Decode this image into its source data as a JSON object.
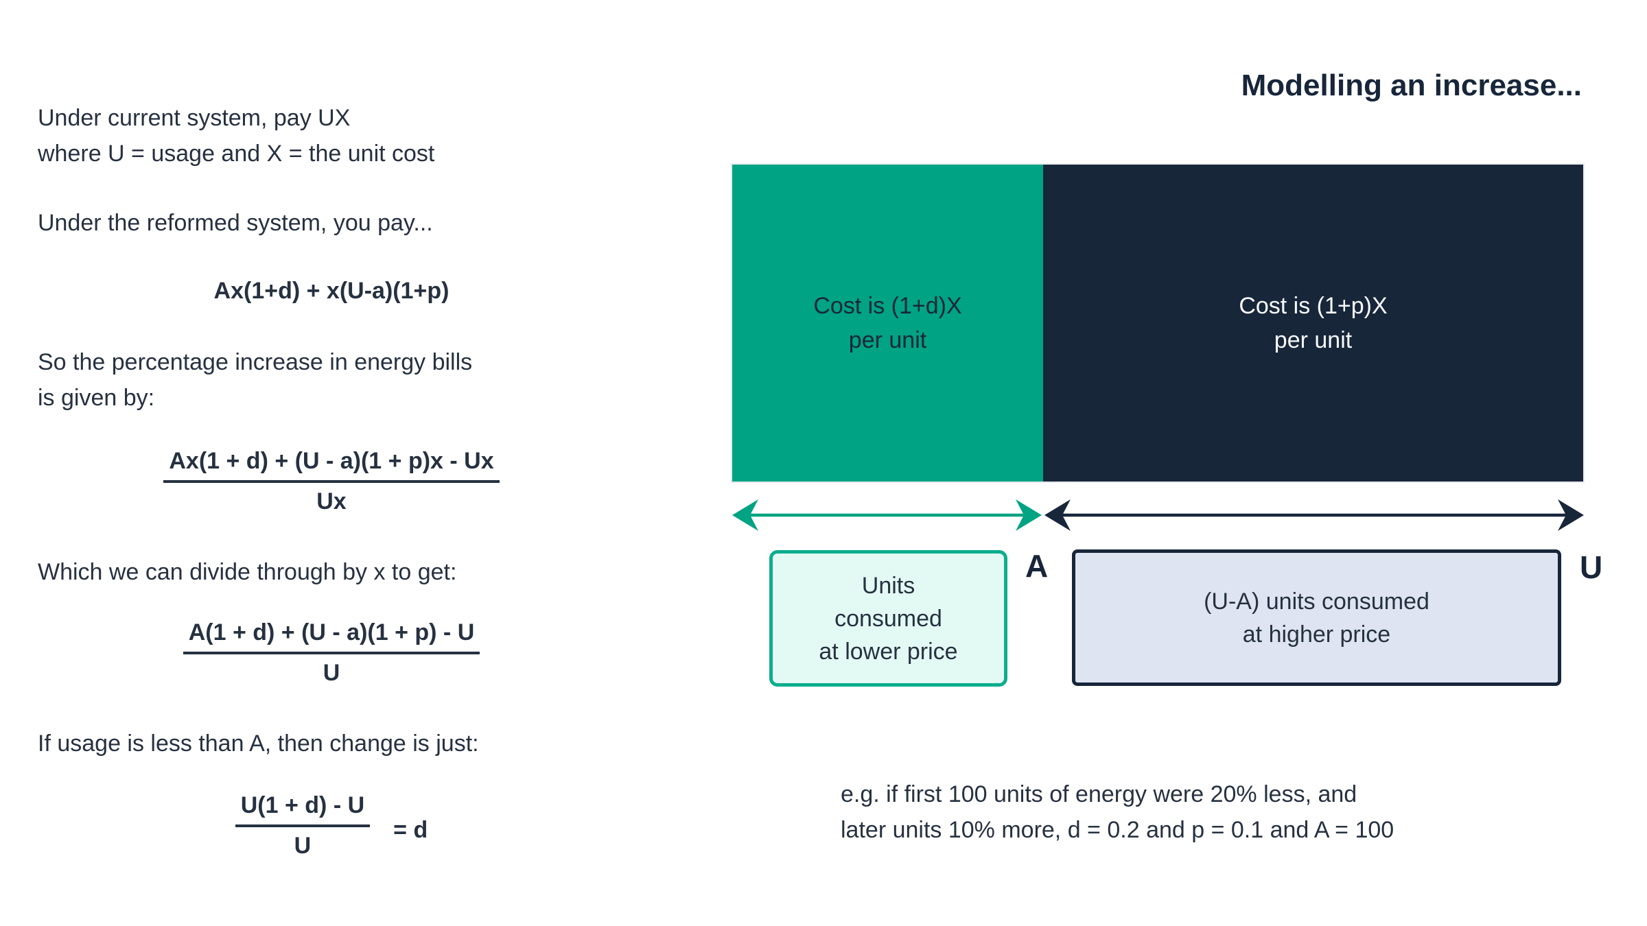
{
  "title": "Modelling an increase...",
  "left_column": {
    "para1_line1": "Under current system, pay UX",
    "para1_line2": "where U = usage and X = the unit cost",
    "para2": "Under the reformed system, you pay...",
    "formula_reformed": "Ax(1+d) + x(U-a)(1+p)",
    "para3_line1": "So the percentage increase in energy bills",
    "para3_line2": "is given by:",
    "frac1_num": "Ax(1 + d) + (U - a)(1 + p)x - Ux",
    "frac1_den": "Ux",
    "para4": "Which we can divide through by x to get:",
    "frac2_num": "A(1 + d) + (U - a)(1 + p) - U",
    "frac2_den": "U",
    "para5": "If usage is less than A, then change is just:",
    "frac3_num": "U(1 + d) - U",
    "frac3_den": "U",
    "frac3_equals": "= d"
  },
  "diagram": {
    "green_segment_line1": "Cost is (1+d)X",
    "green_segment_line2": "per unit",
    "navy_segment_line1": "Cost is (1+p)X",
    "navy_segment_line2": "per unit",
    "label_a": "A",
    "label_u": "U",
    "mint_box_line1": "Units",
    "mint_box_line2": "consumed",
    "mint_box_line3": "at lower price",
    "lavender_box_line1": "(U-A) units consumed",
    "lavender_box_line2": "at higher price",
    "example_line1": "e.g. if first 100 units of energy were 20% less, and",
    "example_line2": "later units 10% more, d = 0.2 and p = 0.1 and A = 100"
  },
  "colors": {
    "green": "#00A383",
    "navy": "#18263A",
    "text": "#263140",
    "mint_fill": "#E3FAF4",
    "mint_border": "#0CAD8D",
    "lavender_fill": "#DEE4F1"
  }
}
